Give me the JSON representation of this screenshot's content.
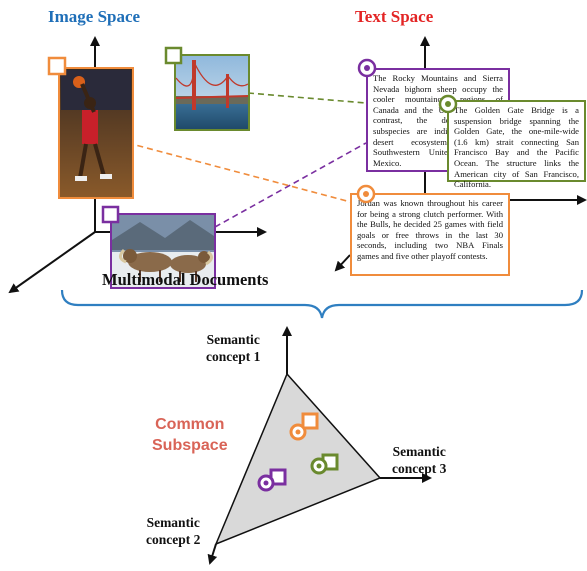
{
  "headers": {
    "image_space": "Image Space",
    "text_space": "Text Space",
    "multimodal": "Multimodal Documents"
  },
  "documents": {
    "mountains": "The Rocky Mountains and Sierra Nevada bighorn sheep occupy the cooler mountainous regions of Canada and the United States. In contrast, the desert bighorn subspecies are indigenous to the desert ecosystems of the Southwestern United States and Mexico.",
    "bridge": "The Golden Gate Bridge is a suspension bridge spanning the Golden Gate, the one-mile-wide (1.6 km) strait connecting San Francisco Bay and the Pacific Ocean. The structure links the American city of San Francisco, California.",
    "jordan": "Jordan was known throughout his career for being a strong clutch performer. With the Bulls, he decided 25 games with field goals or free throws in the last 30 seconds, including two NBA Finals games and five other playoff contests."
  },
  "subspace": {
    "label_line1": "Common",
    "label_line2": "Subspace",
    "concept1_line1": "Semantic",
    "concept1_line2": "concept 1",
    "concept2_line1": "Semantic",
    "concept2_line2": "concept 2",
    "concept3_line1": "Semantic",
    "concept3_line2": "concept 3"
  },
  "colors": {
    "orange": "#f08c3c",
    "purple": "#7a2fa0",
    "green": "#6a8a2e",
    "image_title": "#1f6fb8",
    "text_title": "#e32424",
    "subspace_label": "#d96457",
    "brace": "#2f7fc1",
    "triangle_fill": "#d9d9d9"
  },
  "icons": [
    "square-marker-icon",
    "circle-marker-icon",
    "basketball-player-photo",
    "golden-gate-bridge-photo",
    "bighorn-sheep-photo"
  ]
}
